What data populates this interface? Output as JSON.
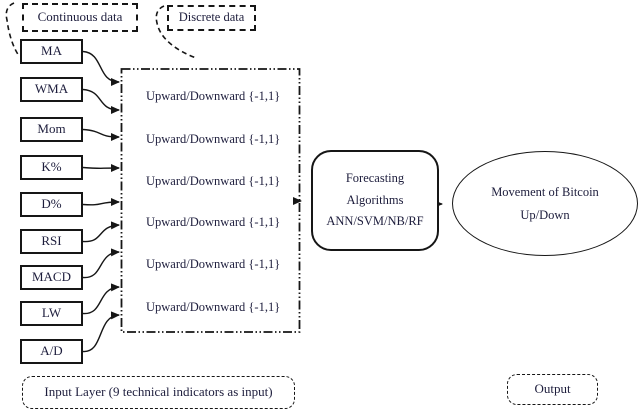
{
  "diagram": {
    "title_semantic": "bitcoin-movement-forecasting-pipeline",
    "data_type_labels": {
      "continuous": "Continuous data",
      "discrete": "Discrete data"
    },
    "indicators": [
      "MA",
      "WMA",
      "Mom",
      "K%",
      "D%",
      "RSI",
      "MACD",
      "LW",
      "A/D"
    ],
    "hidden_rows": [
      "Upward/Downward {-1,1}",
      "Upward/Downward {-1,1}",
      "Upward/Downward {-1,1}",
      "Upward/Downward {-1,1}",
      "Upward/Downward {-1,1}",
      "Upward/Downward {-1,1}"
    ],
    "forecasting": {
      "line1": "Forecasting",
      "line2": "Algorithms",
      "line3": "ANN/SVM/NB/RF"
    },
    "result_ellipse": {
      "line1": "Movement of Bitcoin",
      "line2": "Up/Down"
    },
    "input_layer_label": "Input Layer (9 technical indicators as input)",
    "output_label": "Output",
    "colors": {
      "ink": "#161616",
      "text": "#1d1d3c",
      "background": "#ffffff"
    }
  }
}
